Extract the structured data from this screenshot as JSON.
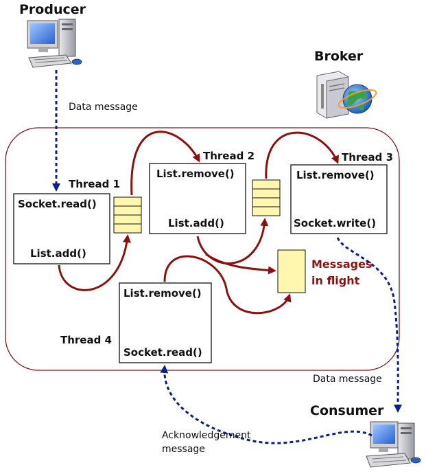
{
  "labels": {
    "producer": "Producer",
    "broker": "Broker",
    "consumer": "Consumer",
    "data_message_top": "Data message",
    "data_message_bottom": "Data message",
    "ack_line1": "Acknowledgement",
    "ack_line2": "message",
    "messages_in_flight_line1": "Messages",
    "messages_in_flight_line2": "in flight"
  },
  "threads": [
    {
      "label": "Thread 1",
      "ops": [
        "Socket.read()",
        "List.add()"
      ]
    },
    {
      "label": "Thread 2",
      "ops": [
        "List.remove()",
        "List.add()"
      ]
    },
    {
      "label": "Thread 3",
      "ops": [
        "List.remove()",
        "Socket.write()"
      ]
    },
    {
      "label": "Thread 4",
      "ops": [
        "List.remove()",
        "Socket.read()"
      ]
    }
  ],
  "icons": {
    "producer": "desktop-computer-icon",
    "broker": "server-globe-icon",
    "consumer": "desktop-computer-icon"
  },
  "colors": {
    "broker_border": "#7a1a1a",
    "flow_arrow": "#8b1111",
    "network_arrow": "#0b1f8a",
    "queue_fill": "#fff7b0",
    "flight_text": "#8b1111"
  }
}
